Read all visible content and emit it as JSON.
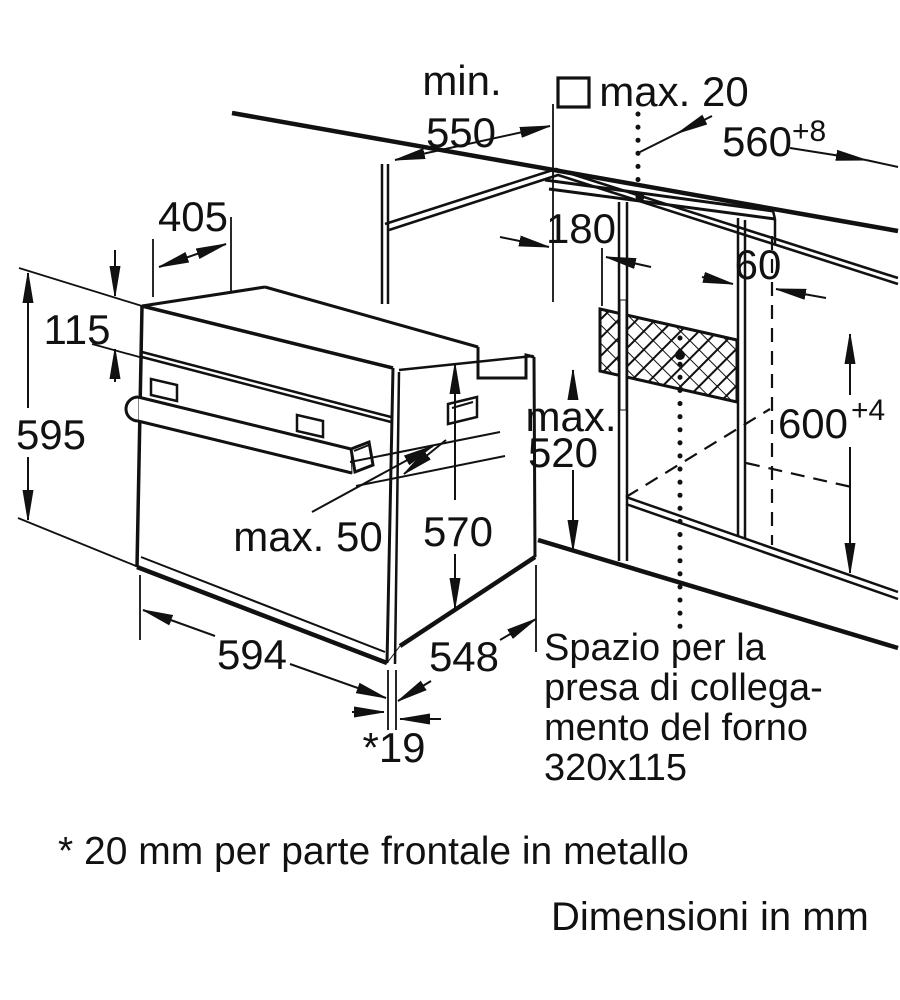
{
  "diagram": {
    "dimensions": {
      "min550a": "min.",
      "min550b": "550",
      "max20": "max. 20",
      "w560": "560",
      "w560sup": "+8",
      "d405": "405",
      "h115": "115",
      "h595": "595",
      "d180": "180",
      "w60": "60",
      "max520a": "max.",
      "max520b": "520",
      "h600": "600",
      "h600sup": "+4",
      "max50": "max. 50",
      "h570": "570",
      "w594": "594",
      "d548": "548",
      "front19": "*19"
    },
    "connection_note": [
      "Spazio per la",
      "presa di collega-",
      "mento del forno",
      "320x115"
    ],
    "footnote": "* 20 mm per parte frontale in metallo",
    "units": "Dimensioni in mm"
  }
}
